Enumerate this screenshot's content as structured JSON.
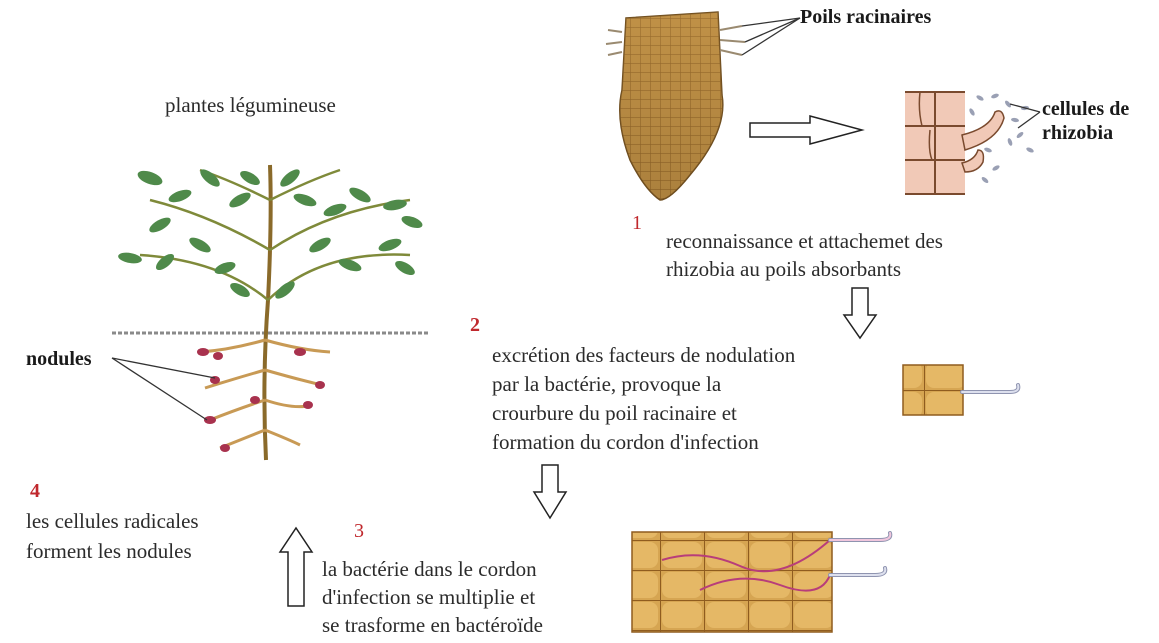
{
  "labels": {
    "plant_title": "plantes légumineuse",
    "root_hairs": "Poils racinaires",
    "rhizobia_line1": "cellules de",
    "rhizobia_line2": "rhizobia",
    "nodules": "nodules"
  },
  "steps": [
    {
      "number": "1",
      "lines": [
        "reconnaissance et attachemet des",
        "rhizobia au poils absorbants"
      ]
    },
    {
      "number": "2",
      "lines": [
        "excrétion des facteurs de nodulation",
        "par la bactérie, provoque la",
        "crourbure du poil racinaire et",
        "formation du cordon d'infection"
      ]
    },
    {
      "number": "3",
      "lines": [
        "la bactérie dans le cordon",
        "d'infection se multiplie et",
        "se trasforme en bactéroïde"
      ]
    },
    {
      "number": "4",
      "lines": [
        "les cellules radicales",
        "forment les nodules"
      ]
    }
  ],
  "colors": {
    "step_number": "#c0282d",
    "root_tissue": "#c9973e",
    "leaf": "#4f8a4a",
    "nodule": "#a8324e",
    "cell_wall": "#7a4a2e"
  }
}
